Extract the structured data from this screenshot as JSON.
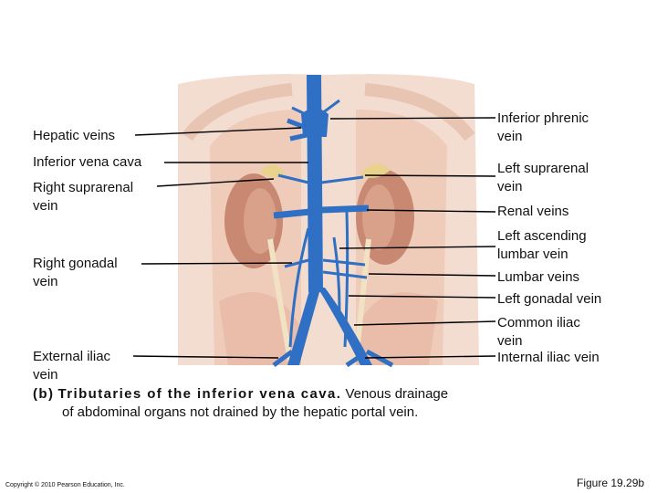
{
  "labels_left": {
    "hepatic_veins": "Hepatic veins",
    "inferior_vena_cava": "Inferior vena cava",
    "right_suprarenal_vein": [
      "Right suprarenal",
      "vein"
    ],
    "right_gonadal_vein": [
      "Right gonadal",
      "vein"
    ],
    "external_iliac_vein": [
      "External iliac",
      "vein"
    ]
  },
  "labels_right": {
    "inferior_phrenic_vein": [
      "Inferior phrenic",
      "vein"
    ],
    "left_suprarenal_vein": [
      "Left suprarenal",
      "vein"
    ],
    "renal_veins": "Renal veins",
    "left_ascending_lumbar_vein": [
      "Left ascending",
      "lumbar vein"
    ],
    "lumbar_veins": "Lumbar veins",
    "left_gonadal_vein": "Left gonadal vein",
    "common_iliac_vein": [
      "Common iliac",
      "vein"
    ],
    "internal_iliac_vein": "Internal iliac vein"
  },
  "caption": {
    "part": "(b)",
    "title": "Tributaries of the inferior vena cava.",
    "text_1": "Venous drainage",
    "text_2": "of abdominal organs not drained by the hepatic portal vein."
  },
  "copyright": "Copyright © 2010 Pearson Education, Inc.",
  "figure_number": "Figure 19.29b",
  "colors": {
    "vein": "#2f6fc4",
    "vein_dark": "#1d4f9a",
    "skin": "#f0d2c2",
    "muscle": "#e3b3a0",
    "kidney": "#c98872",
    "ureter": "#f2e2c4",
    "adrenal": "#e9d28c"
  }
}
